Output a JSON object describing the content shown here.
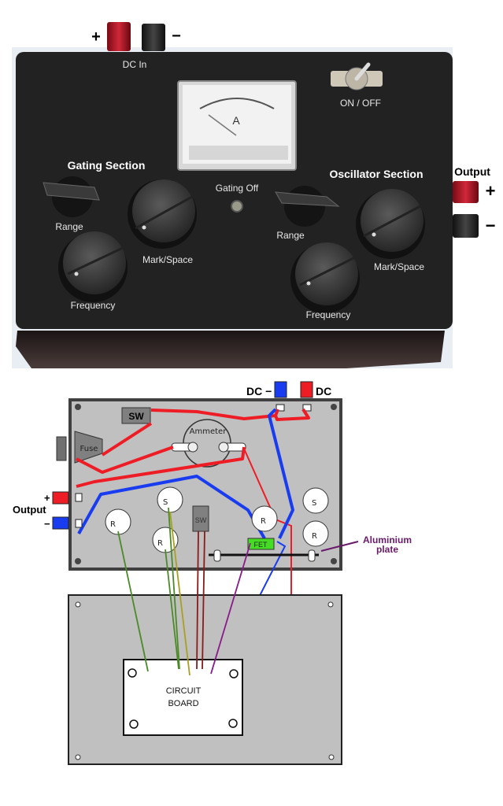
{
  "photo": {
    "dc_in": {
      "label": "DC In",
      "plus": "+",
      "minus": "−"
    },
    "power_switch": {
      "label": "ON / OFF"
    },
    "meter": {
      "unit": "A"
    },
    "gating_off_label": "Gating Off",
    "gating_section": {
      "title": "Gating Section",
      "range": "Range",
      "mark_space": "Mark/Space",
      "frequency": "Frequency"
    },
    "oscillator_section": {
      "title": "Oscillator Section",
      "range": "Range",
      "mark_space": "Mark/Space",
      "frequency": "Frequency"
    },
    "output": {
      "label": "Output",
      "plus": "+",
      "minus": "−"
    }
  },
  "diagram": {
    "dc_minus": "DC −",
    "dc_plus": "DC",
    "sw_top": "SW",
    "fuse": "Fuse",
    "ammeter": "Ammeter",
    "output": {
      "label": "Output",
      "plus": "+",
      "minus": "−"
    },
    "pots": {
      "R": "R",
      "S": "S"
    },
    "sw_small": "SW",
    "fet": "FET",
    "aluminium_plate": [
      "Aluminium",
      "plate"
    ],
    "circuit_board": [
      "CIRCUIT",
      "BOARD"
    ],
    "colors": {
      "red_wire": "#ee1c24",
      "blue_wire": "#1a3cf0",
      "green_wire": "#4c8a28",
      "olive_wire": "#a8a020",
      "brown_wire": "#8b1a1a",
      "purple_wire": "#8a1a8a",
      "fet_green": "#44dd22",
      "panel_grey": "#c0c0c0",
      "label_purple": "#6a1a6a"
    }
  }
}
